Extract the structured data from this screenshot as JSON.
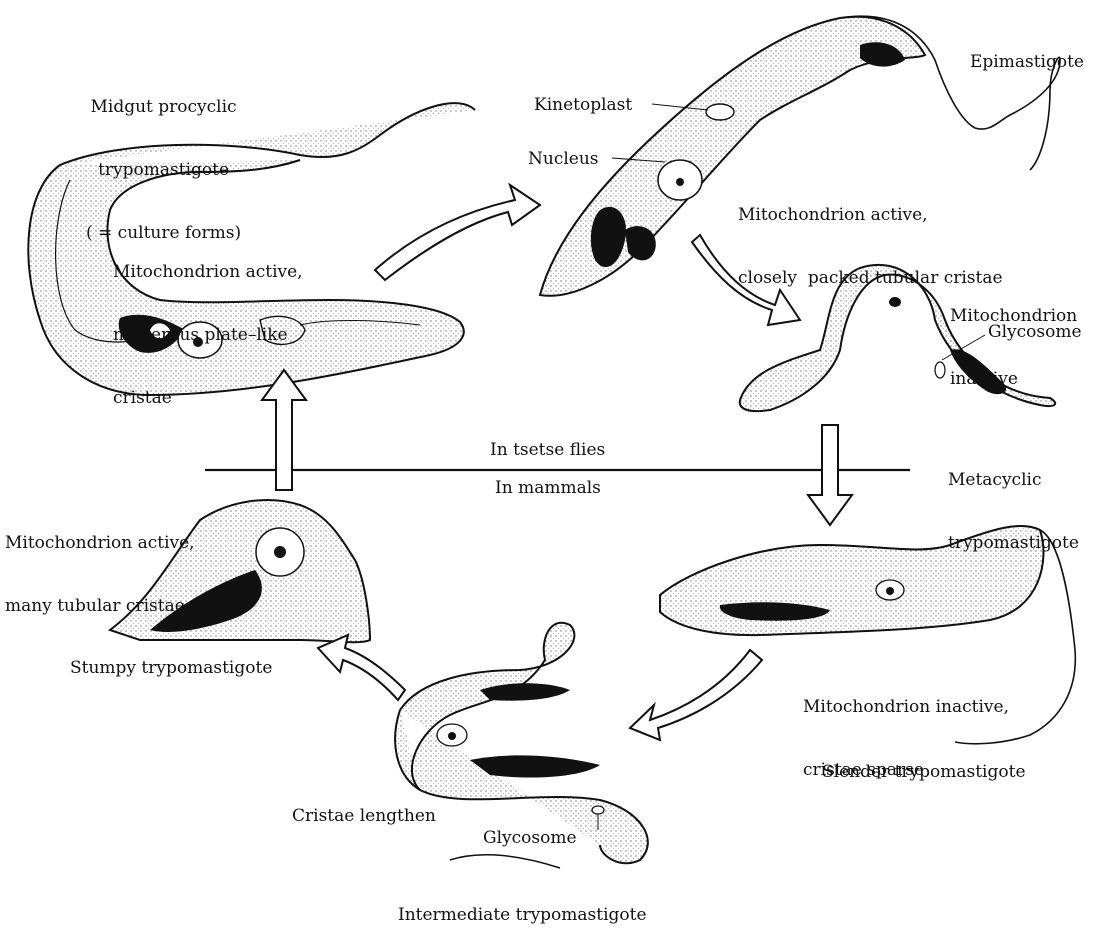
{
  "procyclic": {
    "title_lines": [
      "Midgut procyclic",
      "trypomastigote",
      "( = culture forms)"
    ],
    "mito_lines": [
      "Mitochondrion active,",
      "numerous plate–like",
      "cristae"
    ]
  },
  "epimastigote": {
    "title": "Epimastigote",
    "kinetoplast": "Kinetoplast",
    "nucleus": "Nucleus",
    "mito_lines": [
      "Mitochondrion active,",
      "closely  packed tubular cristae"
    ]
  },
  "metacyclic": {
    "mito_lines": [
      "Mitochondrion",
      "inactive"
    ],
    "glycosome": "Glycosome",
    "title_lines": [
      "Metacyclic",
      "trypomastigote"
    ]
  },
  "divider": {
    "upper": "In tsetse flies",
    "lower": "In mammals"
  },
  "stumpy": {
    "mito_lines": [
      "Mitochondrion active,",
      "many tubular cristae"
    ],
    "title": "Stumpy trypomastigote"
  },
  "slender": {
    "mito_lines": [
      "Mitochondrion inactive,",
      "cristae sparse"
    ],
    "title": "Slender trypomastigote"
  },
  "intermediate": {
    "cristae": "Cristae lengthen",
    "glycosome": "Glycosome",
    "title": "Intermediate trypomastigote"
  },
  "colors": {
    "ink": "#111111",
    "paper": "#ffffff",
    "stipple": "#888888"
  }
}
